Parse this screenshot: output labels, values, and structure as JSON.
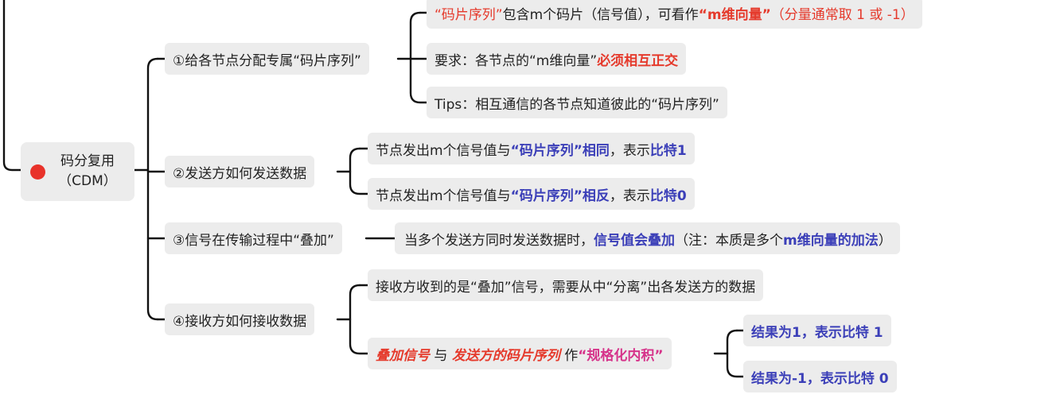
{
  "root": {
    "line1": "码分复用",
    "line2": "（CDM）",
    "accent": "#e8322a"
  },
  "branch1": {
    "label": "①给各节点分配专属“码片序列”",
    "c1": {
      "p1": "“码片序列”",
      "p2": "包含m个码片（信号值），可看作",
      "p3": "“m维向量”",
      "p4": "（分量通常取 1 或 -1）"
    },
    "c2": {
      "p1": "要求：各节点的“m维向量”",
      "p2": "必须相互正交"
    },
    "c3": {
      "p1": "Tips：相互通信的各节点知道彼此的“码片序列”"
    }
  },
  "branch2": {
    "label": "②发送方如何发送数据",
    "c1": {
      "p1": "节点发出m个信号值与",
      "p2": "“码片序列”相同",
      "p3": "，表示",
      "p4": "比特1"
    },
    "c2": {
      "p1": "节点发出m个信号值与",
      "p2": "“码片序列”相反",
      "p3": "，表示",
      "p4": "比特0"
    }
  },
  "branch3": {
    "label": "③信号在传输过程中“叠加”",
    "c1": {
      "p1": "当多个发送方同时发送数据时，",
      "p2": "信号值会叠加",
      "p3": "（注：本质是多个 ",
      "p4": "m维向量的加法",
      "p5": "）"
    }
  },
  "branch4": {
    "label": "④接收方如何接收数据",
    "c1": {
      "p1": "接收方收到的是“叠加”信号，需要从中“分离”出各发送方的数据"
    },
    "c2": {
      "p1": "叠加信号",
      "p2": " 与 ",
      "p3": "发送方的码片序列",
      "p4": " 作",
      "p5": "“规格化内积”"
    },
    "c2a": {
      "p1": "结果为1，表示比特 1"
    },
    "c2b": {
      "p1": "结果为-1，表示比特 0"
    }
  },
  "colors": {
    "red": "#e53a2c",
    "blue": "#3b3fb8",
    "pink": "#d6338a",
    "line": "#111111",
    "node_bg": "#ececec"
  }
}
